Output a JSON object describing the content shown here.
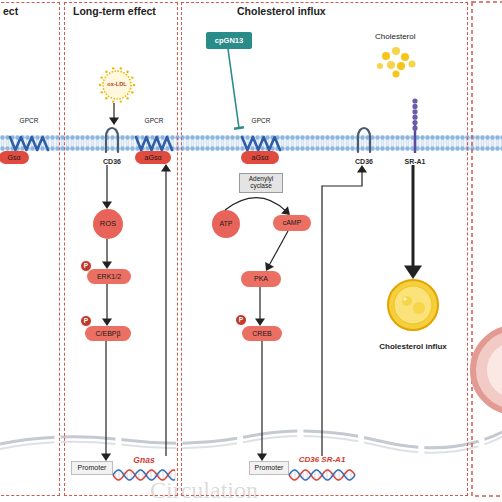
{
  "diagram": {
    "nodes": [
      {
        "text": [
          "ect"
        ]
      },
      {
        "text": [
          "GPCR"
        ],
        "in": 0
      },
      {
        "text": [
          "Gsα"
        ],
        "in": 0
      },
      {
        "text": [
          "Long-term effect"
        ]
      },
      {
        "text": [
          "ox-LDL"
        ],
        "in": 3
      },
      {
        "text": [
          "CD36"
        ],
        "in": 3
      },
      {
        "text": [
          "GPCR"
        ],
        "in": 3
      },
      {
        "text": [
          "aGsα"
        ],
        "in": 3
      },
      {
        "text": [
          "ROS"
        ],
        "in": 3
      },
      {
        "text": [
          "P"
        ],
        "in": 3
      },
      {
        "text": [
          "ERK1/2"
        ],
        "in": 3
      },
      {
        "text": [
          "P"
        ],
        "in": 3
      },
      {
        "text": [
          "C/EBPβ"
        ],
        "in": 3
      },
      {
        "text": [
          "Promoter"
        ],
        "in": 3
      },
      {
        "text": [
          "Gnas"
        ],
        "in": 3
      },
      {
        "text": [
          "Cholesterol influx"
        ]
      },
      {
        "text": [
          "cpGN13"
        ],
        "in": 15
      },
      {
        "text": [
          "GPCR"
        ],
        "in": 15
      },
      {
        "text": [
          "aGsα"
        ],
        "in": 15
      },
      {
        "text": [
          "Adenylyl cyclase"
        ],
        "in": 15
      },
      {
        "text": [
          "ATP"
        ],
        "in": 15
      },
      {
        "text": [
          "cAMP"
        ],
        "in": 15
      },
      {
        "text": [
          "PKA"
        ],
        "in": 15
      },
      {
        "text": [
          "P"
        ],
        "in": 15
      },
      {
        "text": [
          "CREB"
        ],
        "in": 15
      },
      {
        "text": [
          "Promoter"
        ],
        "in": 15
      },
      {
        "text": [
          "CD36 SR-A1"
        ],
        "in": 15
      },
      {
        "text": [
          "CD36"
        ],
        "in": 15
      },
      {
        "text": [
          "SR-A1"
        ],
        "in": 15
      },
      {
        "text": [
          "Cholesterol influx"
        ],
        "in": 15
      }
    ],
    "edges": [
      {
        "from": 4,
        "to": 5,
        "arrow": "to"
      },
      {
        "from": 5,
        "to": 8,
        "arrow": "to"
      },
      {
        "from": 8,
        "to": 10,
        "arrow": "to"
      },
      {
        "from": 10,
        "to": 12,
        "arrow": "to"
      },
      {
        "from": 12,
        "to": 13,
        "arrow": "to"
      },
      {
        "from": 14,
        "to": 7,
        "arrow": "to"
      },
      {
        "from": 16,
        "to": 17,
        "arrow": "to"
      },
      {
        "from": 20,
        "to": 21,
        "arrow": "to"
      },
      {
        "from": 21,
        "to": 22,
        "arrow": "to"
      },
      {
        "from": 22,
        "to": 24,
        "arrow": "to"
      },
      {
        "from": 24,
        "to": 25,
        "arrow": "to"
      },
      {
        "from": 26,
        "to": 27,
        "arrow": "to"
      },
      {
        "from": 28,
        "to": 29,
        "arrow": "to"
      }
    ],
    "labels": [
      "Cholesterol",
      "Circulation"
    ]
  }
}
